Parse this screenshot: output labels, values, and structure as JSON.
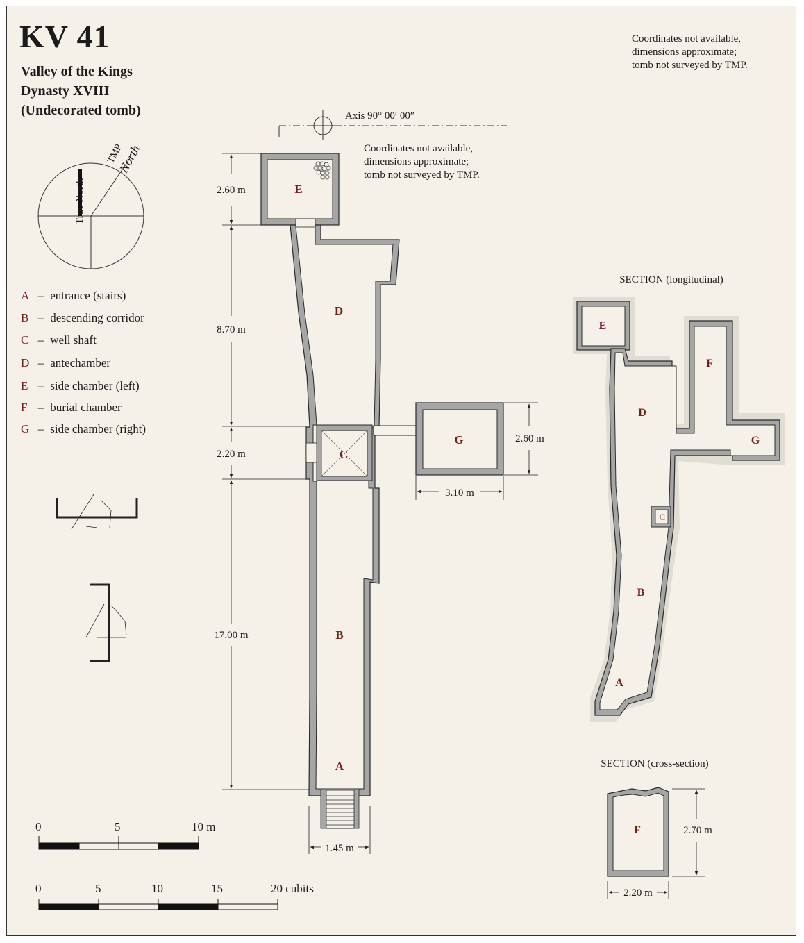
{
  "title": "KV 41",
  "subtitle": [
    "Valley of the Kings",
    "Dynasty XVIII",
    "(Undecorated tomb)"
  ],
  "note": "Coordinates not available,\ndimensions approximate;\ntomb not surveyed by TMP.",
  "axis_label": "Axis 90° 00′ 00″",
  "compass": {
    "true_north": "True North",
    "tmp": "TMP",
    "north": "North"
  },
  "legend": [
    {
      "key": "A",
      "text": "entrance (stairs)"
    },
    {
      "key": "B",
      "text": "descending corridor"
    },
    {
      "key": "C",
      "text": "well shaft"
    },
    {
      "key": "D",
      "text": "antechamber"
    },
    {
      "key": "E",
      "text": "side chamber (left)"
    },
    {
      "key": "F",
      "text": "burial chamber"
    },
    {
      "key": "G",
      "text": "side chamber (right)"
    }
  ],
  "dimensions": {
    "e_len": "2.60 m",
    "d_len": "8.70 m",
    "c_len": "2.20 m",
    "b_len": "17.00 m",
    "g_h": "2.60 m",
    "g_w": "3.10 m",
    "a_w": "1.45 m",
    "xs_h": "2.70 m",
    "xs_w": "2.20 m"
  },
  "section_long_title": "SECTION (longitudinal)",
  "section_cross_title": "SECTION (cross-section)",
  "scale_m": {
    "ticks": [
      "0",
      "5",
      "10 m"
    ]
  },
  "scale_cubits": {
    "ticks": [
      "0",
      "5",
      "10",
      "15",
      "20 cubits"
    ]
  },
  "colors": {
    "wall": "#a6a6a6",
    "outline": "#2a2a2a",
    "label": "#7a1a1a",
    "paper": "#f5f1e8"
  }
}
